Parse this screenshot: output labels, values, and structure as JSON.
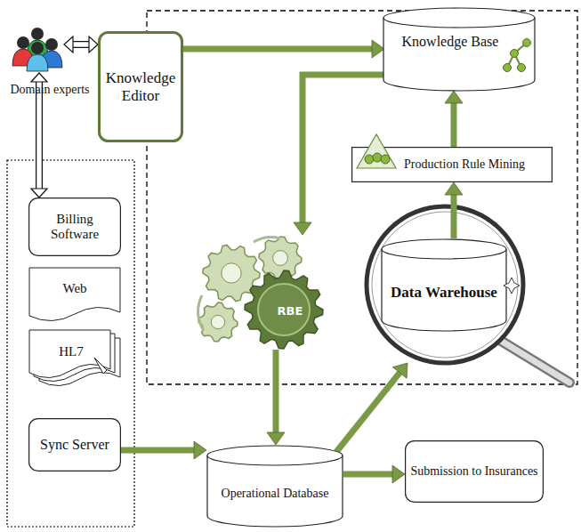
{
  "diagram": {
    "nodes": [
      {
        "text": [
          "Domain experts"
        ]
      },
      {
        "text": [
          "Knowledge Editor"
        ]
      },
      {
        "text": [
          "Knowledge Base"
        ]
      },
      {
        "text": [
          "Billing Software"
        ]
      },
      {
        "text": [
          "Production Rule Mining"
        ]
      },
      {
        "text": [
          "Web"
        ]
      },
      {
        "text": [
          "RBE"
        ]
      },
      {
        "text": [
          "Data Warehouse"
        ]
      },
      {
        "text": [
          "HL7"
        ]
      },
      {
        "text": [
          "Sync Server"
        ]
      },
      {
        "text": [
          "Operational Database"
        ]
      },
      {
        "text": [
          "Submission to Insurances"
        ]
      }
    ],
    "edges": [
      {
        "from": 0,
        "to": 1,
        "arrow": "both"
      },
      {
        "from": 0,
        "to": 3,
        "arrow": "both"
      },
      {
        "from": 1,
        "to": 2,
        "arrow": "to"
      },
      {
        "from": 2,
        "to": 6,
        "arrow": "to"
      },
      {
        "from": 4,
        "to": 2,
        "arrow": "to"
      },
      {
        "from": 7,
        "to": 4,
        "arrow": "to"
      },
      {
        "from": 6,
        "to": 10,
        "arrow": "to"
      },
      {
        "from": 9,
        "to": 10,
        "arrow": "to"
      },
      {
        "from": 10,
        "to": 7,
        "arrow": "to"
      },
      {
        "from": 10,
        "to": 11,
        "arrow": "to"
      }
    ]
  }
}
